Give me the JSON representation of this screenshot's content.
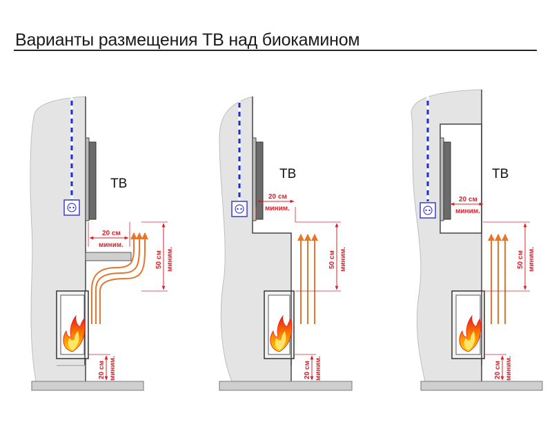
{
  "title": "Варианты размещения ТВ над биокамином",
  "colors": {
    "wall": "#e4e4e4",
    "outline": "#444444",
    "dimension": "#d9202a",
    "heat_arrow": "#e8732a",
    "cable_blue": "#1a2fd4",
    "tv_screen": "#6b6b6b",
    "socket": "#3a3ad0"
  },
  "labels": {
    "tv": "ТВ",
    "dist_20": "20 см",
    "dist_50": "50 см",
    "minimum": "миним."
  },
  "variants": [
    {
      "name": "shelf",
      "tv_label": "ТВ"
    },
    {
      "name": "step",
      "tv_label": "ТВ"
    },
    {
      "name": "niche",
      "tv_label": "ТВ"
    }
  ]
}
